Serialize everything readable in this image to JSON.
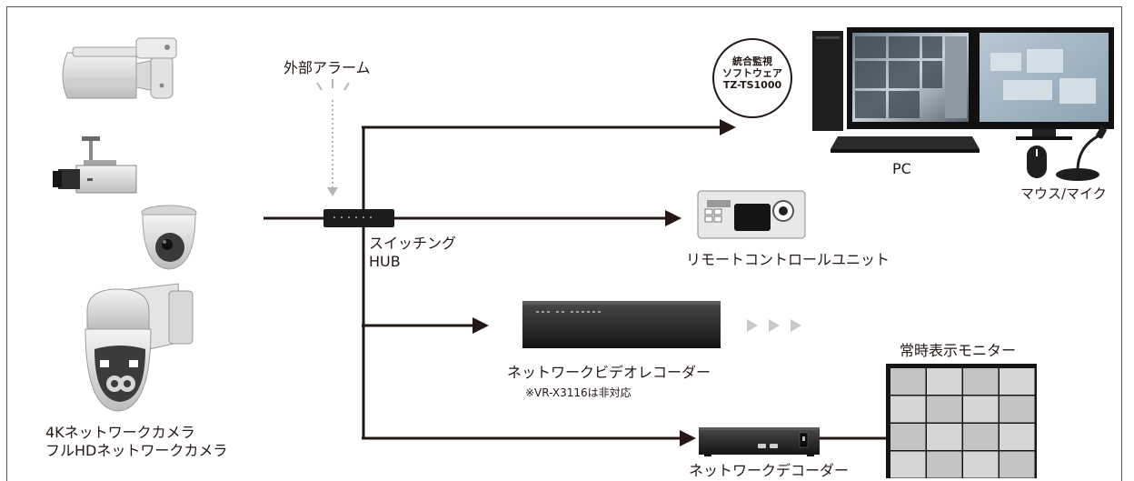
{
  "software": {
    "line1": "統合監視",
    "line2": "ソフトウェア",
    "line3": "TZ-TS1000"
  },
  "labels": {
    "external_alarm": "外部アラーム",
    "switching_hub_line1": "スイッチング",
    "switching_hub_line2": "HUB",
    "pc": "PC",
    "mouse_mic": "マウス/マイク",
    "remote_control_unit": "リモートコントロールユニット",
    "nvr": "ネットワークビデオレコーダー",
    "nvr_note": "※VR-X3116は非対応",
    "display_monitor": "常時表示モニター",
    "network_decoder": "ネットワークデコーダー",
    "camera_line1": "4Kネットワークカメラ",
    "camera_line2": "フルHDネットワークカメラ"
  },
  "colors": {
    "line": "#231815",
    "frame": "#555555",
    "device_dark": "#2b2b2b",
    "arrow_faded": "#c8c8c8",
    "alarm_gray": "#b5b5b5"
  }
}
